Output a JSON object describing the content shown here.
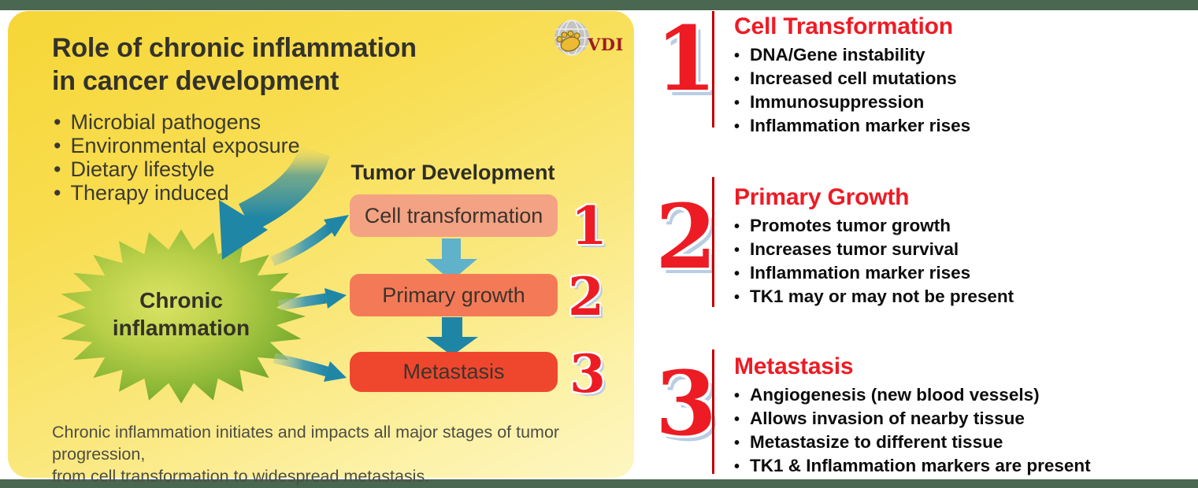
{
  "colors": {
    "top_bottom_bar": "#4a6751",
    "card_yellow_top": "#f6d636",
    "card_yellow_bottom": "#fdf6c2",
    "starburst_center": "#dbe465",
    "starburst_edge": "#72a52c",
    "arrow_teal": "#1f86a6",
    "arrow_light_blue": "#5fb2ca",
    "stage1_fill": "#f4a284",
    "stage2_fill": "#f47a57",
    "stage3_fill": "#ef472e",
    "number_red": "#ed1c24",
    "number_shadow_blue": "#b9cde4",
    "heading_red": "#ee1b24",
    "divider_red": "#c00000",
    "logo_red": "#9e1c20"
  },
  "card": {
    "title_line1": "Role of chronic inflammation",
    "title_line2": "in cancer development",
    "causes": [
      "Microbial pathogens",
      "Environmental exposure",
      "Dietary lifestyle",
      "Therapy induced"
    ],
    "hub_line1": "Chronic",
    "hub_line2": "inflammation",
    "flow_title": "Tumor Development",
    "stages": [
      {
        "num": "1",
        "label": "Cell transformation"
      },
      {
        "num": "2",
        "label": "Primary growth"
      },
      {
        "num": "3",
        "label": "Metastasis"
      }
    ],
    "caption_line1": "Chronic inflammation initiates and impacts all major stages of tumor progression,",
    "caption_line2": "from cell transformation to widespread metastasis.",
    "logo_text": "VDI"
  },
  "sections": [
    {
      "num": "1",
      "title": "Cell Transformation",
      "bullets": [
        "DNA/Gene instability",
        "Increased cell mutations",
        "Immunosuppression",
        "Inflammation marker rises"
      ]
    },
    {
      "num": "2",
      "title": "Primary Growth",
      "bullets": [
        "Promotes tumor growth",
        "Increases tumor survival",
        "Inflammation marker rises",
        "TK1 may or may not be present"
      ]
    },
    {
      "num": "3",
      "title": "Metastasis",
      "bullets": [
        "Angiogenesis (new blood vessels)",
        "Allows invasion of nearby tissue",
        "Metastasize to different tissue",
        "TK1 & Inflammation markers are present"
      ]
    }
  ]
}
